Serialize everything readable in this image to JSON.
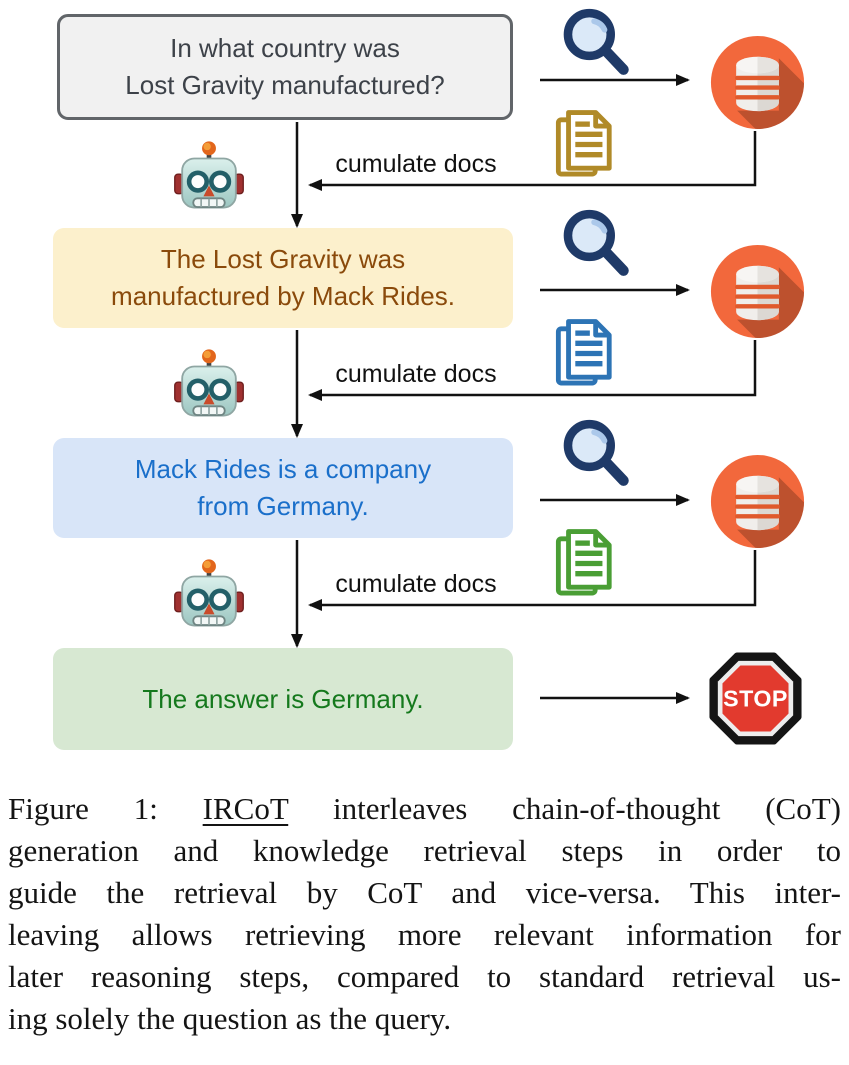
{
  "figure": {
    "question": {
      "line1": "In what country was",
      "line2": "Lost Gravity manufactured?"
    },
    "steps": [
      {
        "line1": "The Lost Gravity was",
        "line2": "manufactured by Mack Rides.",
        "box_bg": "#fcf0cc",
        "text_color": "#8a4a0b",
        "doc_icon_color": "#b08a28"
      },
      {
        "line1": "Mack Rides is a company",
        "line2": "from Germany.",
        "box_bg": "#d8e5f8",
        "text_color": "#1a6fca",
        "doc_icon_color": "#2d74b5"
      },
      {
        "line1": "The answer is Germany.",
        "box_bg": "#d7e8d2",
        "text_color": "#15791d",
        "doc_icon_color": "#4a9e35"
      }
    ],
    "cumulate_label": "cumulate docs",
    "stop_text": "STOP",
    "icon_names": [
      "robot-icon",
      "search-icon",
      "retriever-database-icon",
      "documents-icon",
      "stop-sign-icon"
    ],
    "accent_colors": {
      "question_box_bg": "#f1f1f1",
      "database_orange": "#f2683c",
      "magnifier_navy": "#1f3a68",
      "arrow_black": "#111111"
    }
  },
  "caption": {
    "line1_prefix": "Figure 1: ",
    "line1_underlined": "IRCoT",
    "line1_suffix": " interleaves chain-of-thought (CoT)",
    "lines": [
      "generation and knowledge retrieval steps in order to",
      "guide the retrieval by CoT and vice-versa. This inter-",
      "leaving allows retrieving more relevant information for",
      "later reasoning steps, compared to standard retrieval us-",
      "ing solely the question as the query."
    ]
  }
}
